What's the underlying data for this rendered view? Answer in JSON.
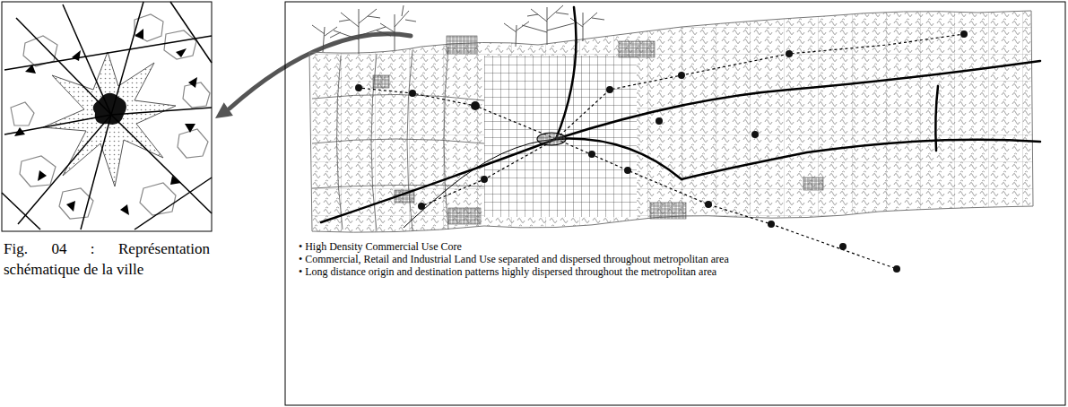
{
  "diagram": {
    "caption": "Fig. 04 : Représentation schématique de la ville",
    "labels": [
      "• High Density Commercial Use Core",
      "• Commercial, Retail and Industrial Land Use separated and dispersed throughout metropolitan area",
      "• Long distance origin and destination patterns highly dispersed throughout the metropolitan area"
    ]
  }
}
